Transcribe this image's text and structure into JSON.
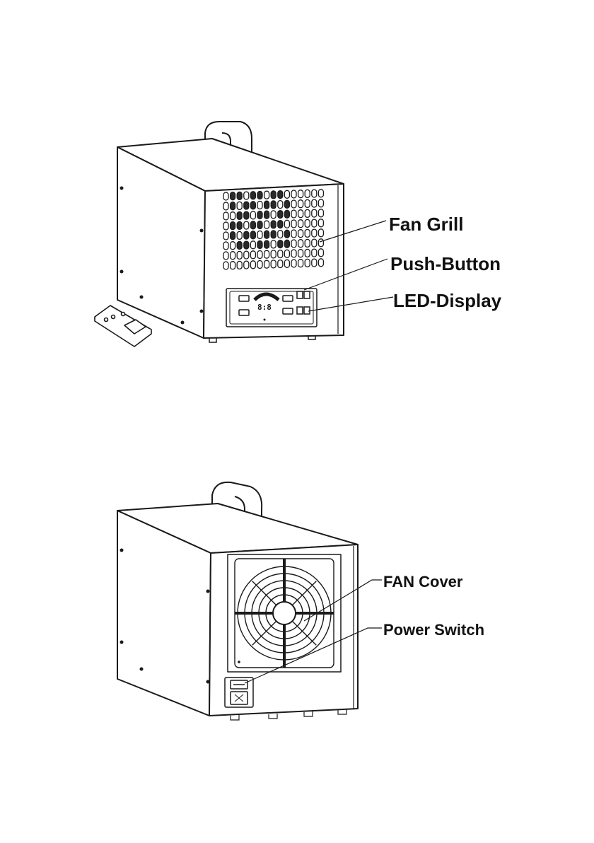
{
  "front_view": {
    "labels": {
      "fan_grill": "Fan Grill",
      "push_button": "Push-Button",
      "led_display": "LED-Display"
    },
    "display_readout": "8:8"
  },
  "back_view": {
    "labels": {
      "fan_cover": "FAN Cover",
      "power_switch": "Power Switch"
    }
  },
  "colors": {
    "line": "#1a1a1a",
    "background": "#ffffff"
  }
}
